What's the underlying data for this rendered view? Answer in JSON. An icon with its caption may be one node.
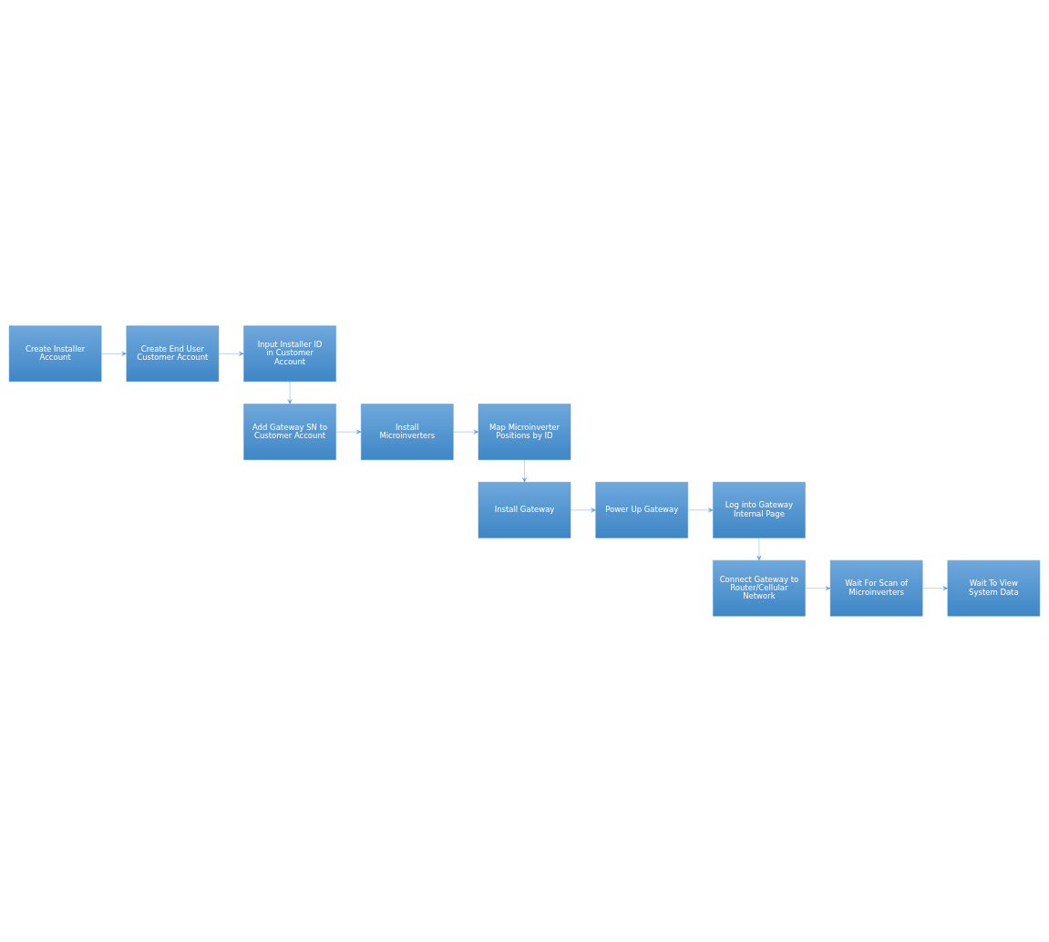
{
  "diagram": {
    "nodes": [
      {
        "text": [
          "Create Installer Account"
        ]
      },
      {
        "text": [
          "Create End User Customer Account"
        ]
      },
      {
        "text": [
          "Input Installer ID in Customer Account"
        ]
      },
      {
        "text": [
          "Add Gateway SN to Customer Account"
        ]
      },
      {
        "text": [
          "Install Microinverters"
        ]
      },
      {
        "text": [
          "Map Microinverter Positions by ID"
        ]
      },
      {
        "text": [
          "Install Gateway"
        ]
      },
      {
        "text": [
          "Power Up Gateway"
        ]
      },
      {
        "text": [
          "Log into Gateway Internal Page"
        ]
      },
      {
        "text": [
          "Connect Gateway to Router/Cellular Network"
        ]
      },
      {
        "text": [
          "Wait For Scan of Microinverters"
        ]
      },
      {
        "text": [
          "Wait To View System Data"
        ]
      }
    ],
    "edges": [
      {
        "from": 0,
        "to": 1,
        "arrow": "to"
      },
      {
        "from": 1,
        "to": 2,
        "arrow": "to"
      },
      {
        "from": 2,
        "to": 3,
        "arrow": "to"
      },
      {
        "from": 3,
        "to": 4,
        "arrow": "to"
      },
      {
        "from": 4,
        "to": 5,
        "arrow": "to"
      },
      {
        "from": 5,
        "to": 6,
        "arrow": "to"
      },
      {
        "from": 6,
        "to": 7,
        "arrow": "to"
      },
      {
        "from": 7,
        "to": 8,
        "arrow": "to"
      },
      {
        "from": 8,
        "to": 9,
        "arrow": "to"
      },
      {
        "from": 9,
        "to": 10,
        "arrow": "to"
      },
      {
        "from": 10,
        "to": 11,
        "arrow": "to"
      }
    ]
  }
}
